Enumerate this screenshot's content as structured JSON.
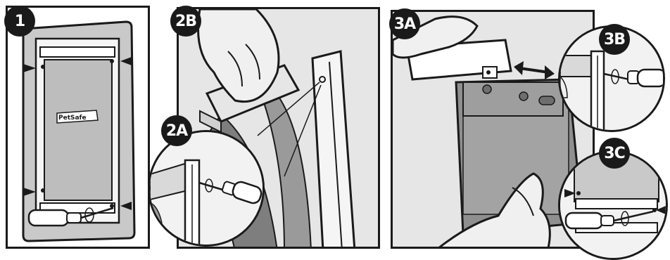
{
  "steps": {
    "s1": "1",
    "s2a": "2A",
    "s2b": "2B",
    "s3a": "3A",
    "s3b": "3B",
    "s3c": "3C"
  },
  "brand_logo_text": "PetSafe",
  "colors": {
    "outline": "#1a1a1a",
    "panel_bg": "#e9e9e9",
    "flap_gray": "#8f8f8f",
    "frame_light": "#f5f5f5",
    "hand_fill": "#f0f0f0"
  },
  "icons": [
    "screwdriver-icon",
    "arrow-icon",
    "hand-icon",
    "double-arrow-icon"
  ]
}
